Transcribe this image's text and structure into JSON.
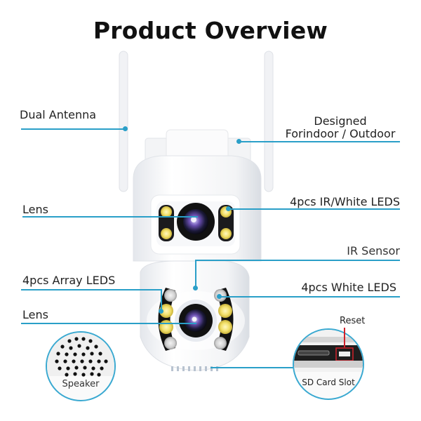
{
  "title": "Product Overview",
  "callouts": {
    "dual_antenna": "Dual Antenna",
    "designed_line1": "Designed",
    "designed_line2": "Forindoor / Outdoor",
    "lens_top": "Lens",
    "ir_white_leds": "4pcs IR/White LEDS",
    "ir_sensor": "IR Sensor",
    "array_leds": "4pcs Array LEDS",
    "white_leds": "4pcs White LEDS",
    "lens_bottom": "Lens",
    "reset": "Reset"
  },
  "insets": {
    "speaker": "Speaker",
    "sd_card": "SD Card Slot"
  },
  "colors": {
    "accent_line": "#2a9fc8",
    "reset_highlight": "#d0202a",
    "led_yellow": "#f2e06a",
    "lens_purple": "#6a4fb0"
  }
}
